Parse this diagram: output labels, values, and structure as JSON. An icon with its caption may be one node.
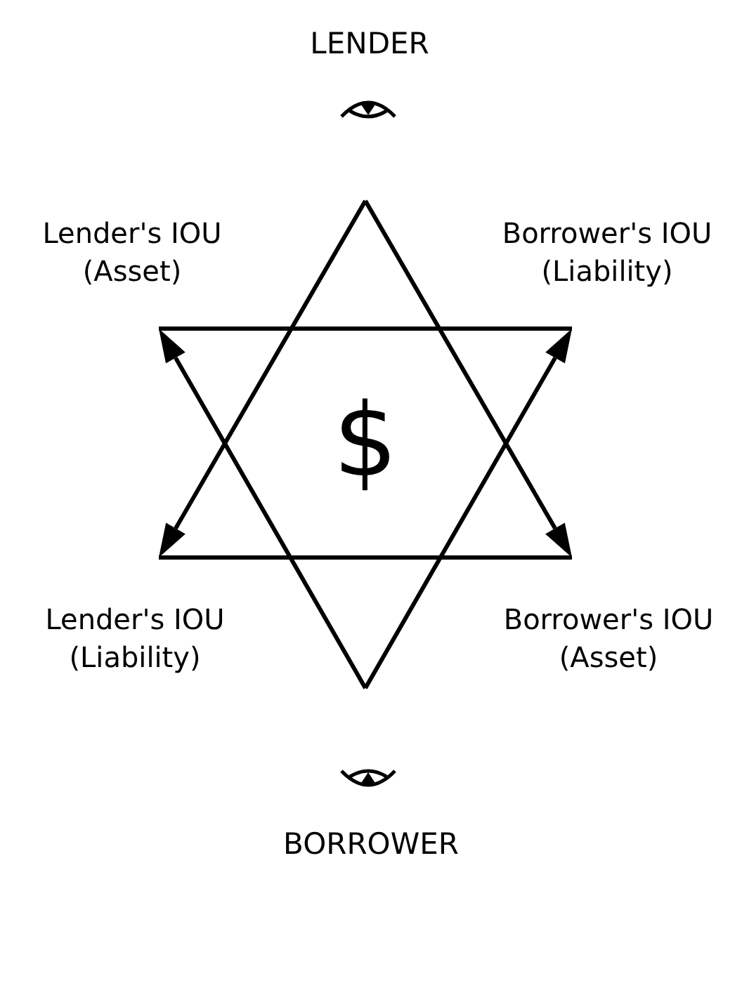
{
  "diagram": {
    "labels": [
      "LENDER",
      "Lender's IOU (Asset)",
      "Borrower's IOU (Liability)",
      "$",
      "Lender's IOU (Liability)",
      "Borrower's IOU (Asset)",
      "BORROWER"
    ]
  }
}
